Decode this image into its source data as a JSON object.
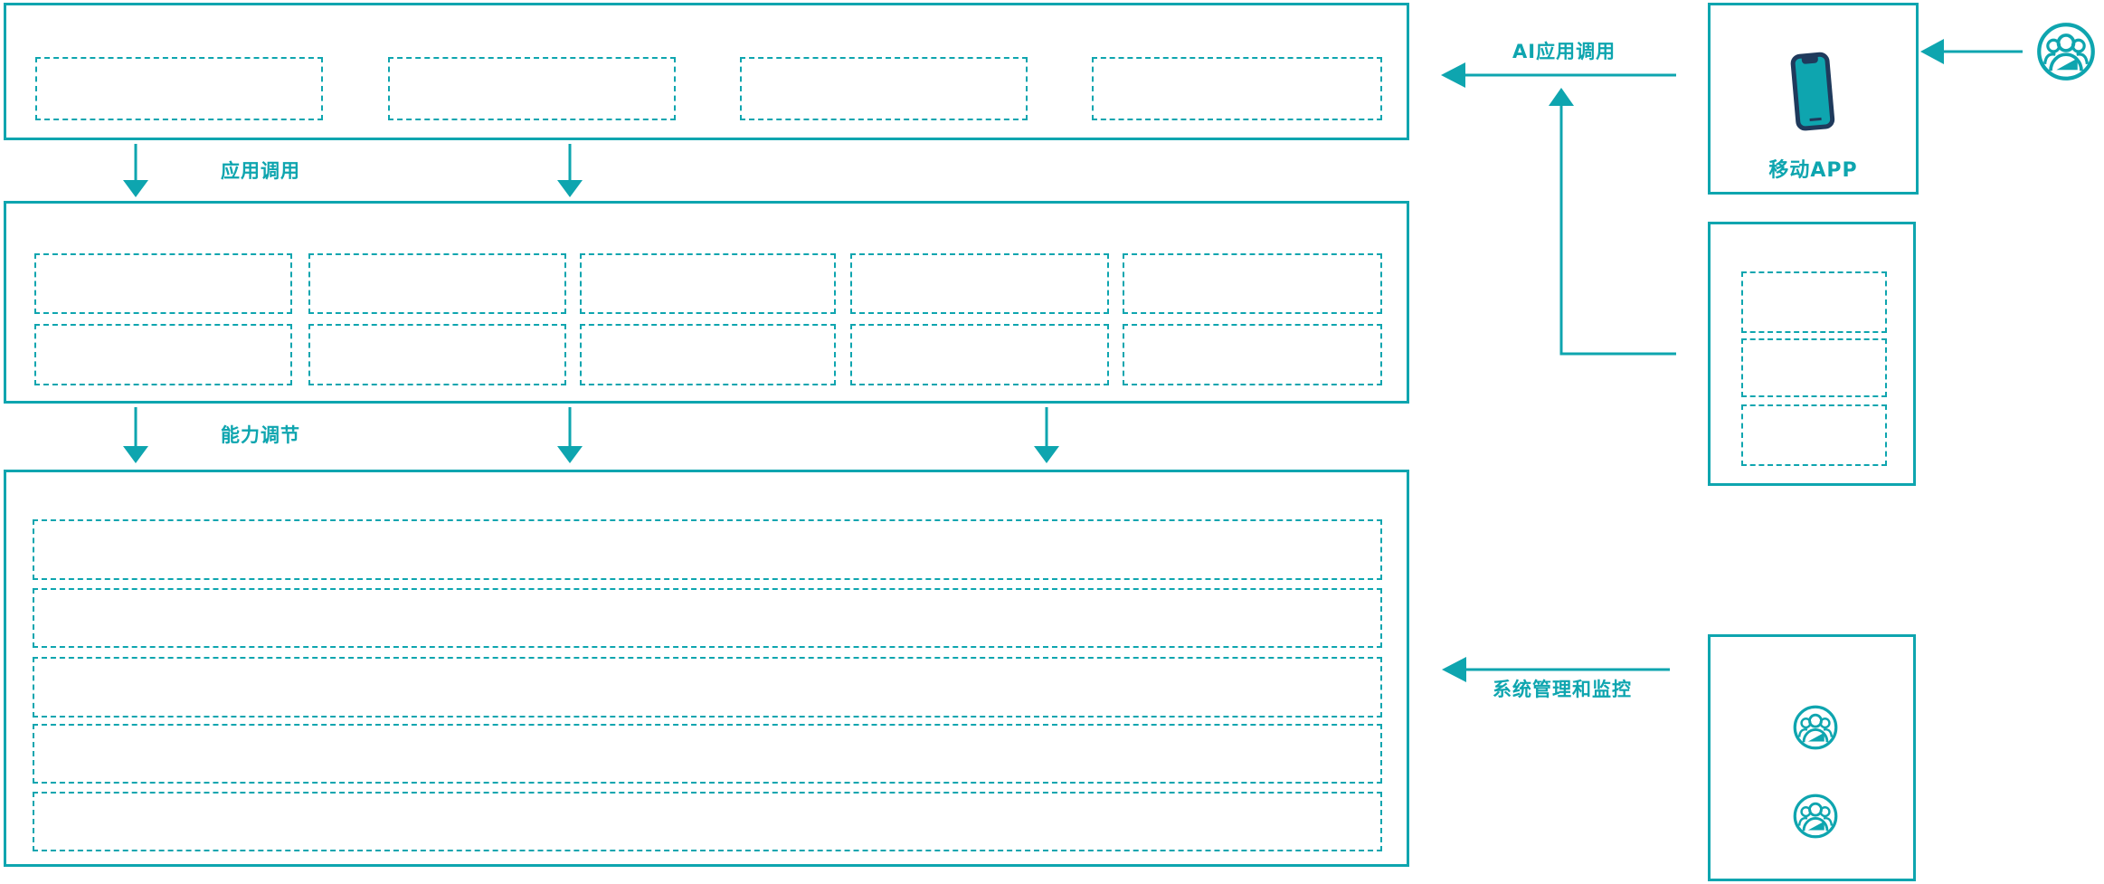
{
  "colors": {
    "accent": "#0EA5AF",
    "phone_body": "#1F3A5C",
    "background": "#FFFFFF"
  },
  "flows": {
    "app_call": {
      "label": "应用调用"
    },
    "capability_adjust": {
      "label": "能力调节"
    },
    "ai_app_call": {
      "label": "AI应用调用"
    },
    "system_monitor": {
      "label": "系统管理和监控"
    }
  },
  "right_column": {
    "mobile_app": {
      "label": "移动APP",
      "icon": "smartphone-icon"
    },
    "channel_panel": {
      "placeholder_count": 3
    },
    "admin_panel": {
      "icons": [
        "user-group-icon",
        "user-group-icon"
      ]
    },
    "external_user": {
      "icon": "user-group-icon"
    }
  },
  "left_panels": {
    "application_layer": {
      "placeholder_count": 4
    },
    "service_layer": {
      "placeholder_rows": 2,
      "placeholder_cols": 5
    },
    "capability_layer": {
      "placeholder_rows": 5
    }
  }
}
